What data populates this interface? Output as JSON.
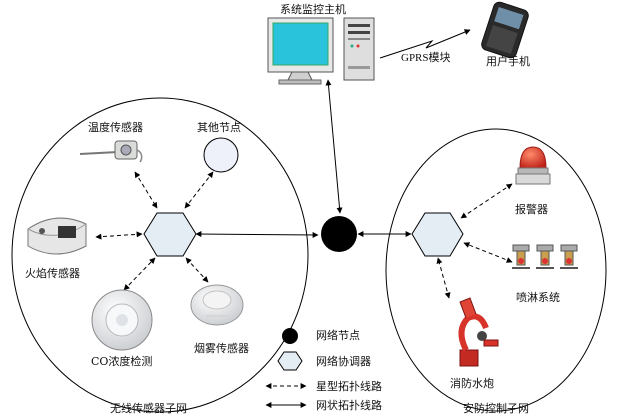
{
  "diagram": {
    "monitor_host": "系统监控主机",
    "gprs_module": "GPRS模块",
    "user_phone": "用户手机",
    "temperature_sensor": "温度传感器",
    "other_node": "其他节点",
    "flame_sensor": "火焰传感器",
    "co_detect": "CO浓度检测",
    "smoke_sensor": "烟雾传感器",
    "alarm": "报警器",
    "sprinkler": "喷淋系统",
    "fire_cannon": "消防水炮",
    "wsn_subnet": "无线传感器子网",
    "security_subnet": "安防控制子网"
  },
  "legend": {
    "network_node": "网络节点",
    "network_coordinator": "网络协调器",
    "star_topology": "星型拓扑线路",
    "mesh_topology": "网状拓扑线路"
  },
  "colors": {
    "node": "#000000",
    "coordinator_fill": "#e4ecf4",
    "screen": "#29c3dc",
    "alarm_red": "#e03a22",
    "cannon_red": "#d8332a"
  }
}
